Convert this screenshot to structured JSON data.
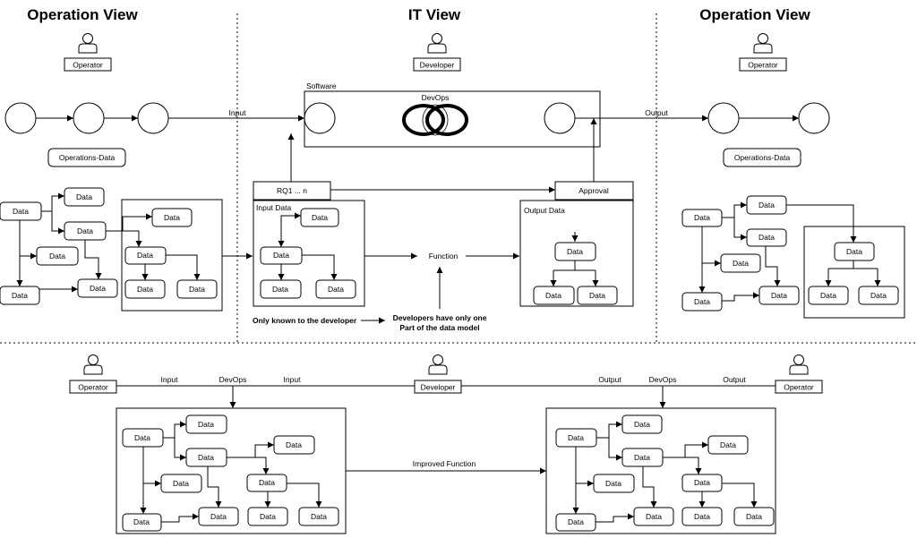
{
  "titles": {
    "operation_view_left": "Operation View",
    "it_view": "IT View",
    "operation_view_right": "Operation View"
  },
  "roles": {
    "operator": "Operator",
    "developer": "Developer"
  },
  "labels": {
    "input": "Input",
    "output": "Output",
    "software": "Software",
    "devops": "DevOps",
    "operations_data": "Operations-Data",
    "rq": "RQ1 ... n",
    "approval": "Approval",
    "input_data": "Input Data",
    "output_data": "Output Data",
    "function": "Function",
    "only_known": "Only known to the developer",
    "dev_note_line1": "Developers have only one",
    "dev_note_line2": "Part of the data model",
    "improved_function": "Improved Function"
  },
  "node_label": "Data"
}
